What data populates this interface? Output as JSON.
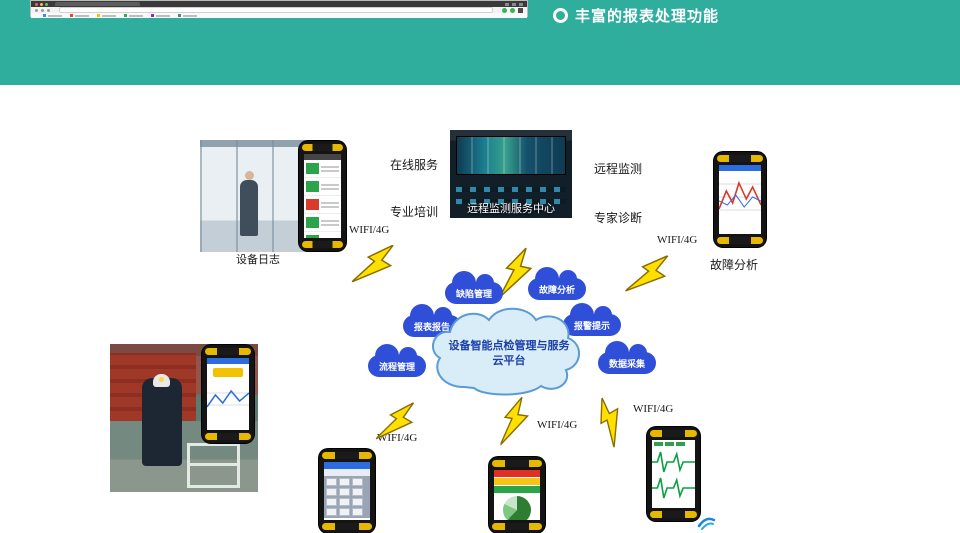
{
  "banner": {
    "title": "丰富的报表处理功能"
  },
  "colors": {
    "banner_bg": "#2fae9e",
    "cloud_blue": "#2f4fd8",
    "center_cloud_fill": "#d9edf8",
    "center_cloud_stroke": "#5b9bd5",
    "lightning_yellow": "#ffe000"
  },
  "diagram": {
    "center_cloud": {
      "line1": "设备智能点检管理与服务",
      "line2": "云平台"
    },
    "clouds": [
      {
        "label": "缺陷管理"
      },
      {
        "label": "故障分析"
      },
      {
        "label": "报表报告"
      },
      {
        "label": "报警提示"
      },
      {
        "label": "流程管理"
      },
      {
        "label": "数据采集"
      }
    ],
    "labels": {
      "online_service": "在线服务",
      "training": "专业培训",
      "remote_monitoring": "远程监测",
      "expert_diagnosis": "专家诊断",
      "monitor_center_caption": "远程监测服务中心",
      "device_photo_caption": "设备日志",
      "fault_analysis": "故障分析",
      "wifi": "WIFI/4G"
    }
  }
}
